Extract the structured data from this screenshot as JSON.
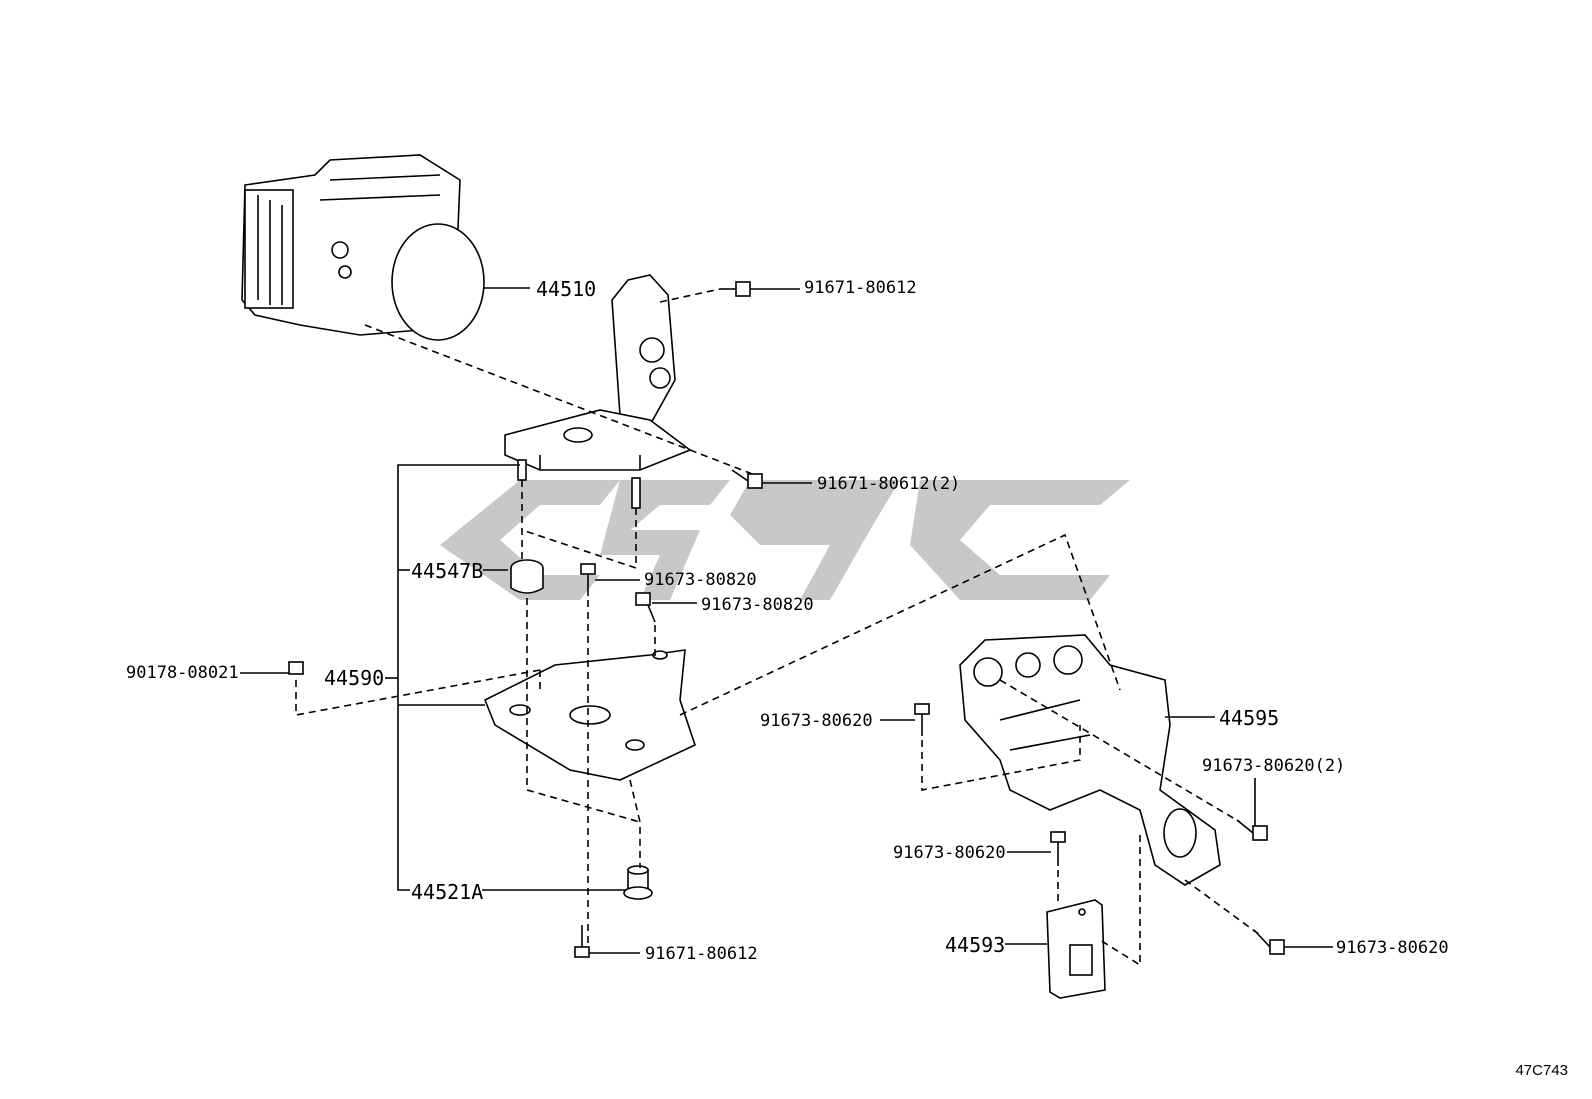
{
  "parts": {
    "p44510": "44510",
    "p91671_top": "91671-80612",
    "p91671_2": "91671-80612(2)",
    "p44547B": "44547B",
    "p91673_80820_a": "91673-80820",
    "p91673_80820_b": "91673-80820",
    "p90178": "90178-08021",
    "p44590": "44590",
    "p91673_80620_a": "91673-80620",
    "p44595": "44595",
    "p91673_80620_2": "91673-80620(2)",
    "p91673_80620_b": "91673-80620",
    "p44521A": "44521A",
    "p91671_bottom": "91671-80612",
    "p44593": "44593",
    "p91673_80620_c": "91673-80620"
  },
  "diagram_code": "47C743",
  "colors": {
    "line": "#000000",
    "watermark": "#c8c8c8",
    "background": "#ffffff"
  }
}
